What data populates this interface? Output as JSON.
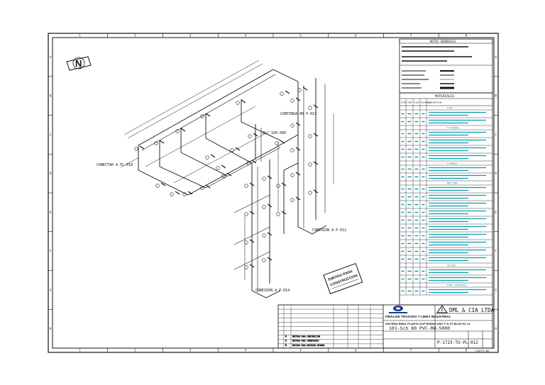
{
  "north_label": "N",
  "border_numbers": [
    "1",
    "2",
    "3",
    "4",
    "5",
    "6",
    "7",
    "8"
  ],
  "border_letters": [
    "A",
    "B",
    "C",
    "D",
    "E",
    "F",
    "G",
    "H"
  ],
  "company_name": "DML & CIA LTDA",
  "project_title_lines": [
    "FINALIZE TRAZADO Y LINEA INDUSTRIAL",
    "SISTEMA EMAL PLANTA SOFTENING UNIT F & ST BLDG EL-11"
  ],
  "drawing_description": "101-Sch 80 PVC-RW-5000",
  "drawing_number": "P-1723-TU-PL-012",
  "sheet_ref": "FSOFTS.DD",
  "notes_header": "NOTAS GENERALES",
  "materials_header": "MATERIALES",
  "materials_columns": [
    "ITEM",
    "CANT",
    "DIAM",
    "DIAM\nRED",
    "DESCRIPCION"
  ],
  "material_sections": [
    "PIPE",
    "FITTINGS",
    "FLANGES",
    "BOLTING",
    "VALVES",
    "PIPE SUPPORTS"
  ],
  "callouts": [
    "CONECTAR A FL-010",
    "CONEXION A P-012",
    "CONEXION A P-014",
    "EL. 100.000",
    "CONTINUA EN P-013"
  ],
  "stamp_lines": [
    "EMITIDO PARA",
    "CONSTRUCCION"
  ],
  "revision_rows": [
    {
      "rev": "B",
      "desc": "EMITIDO PARA REVISION INTERNA"
    },
    {
      "rev": "A",
      "desc": "EMITIDO PARA COMENTARIOS"
    },
    {
      "rev": "0",
      "desc": "EMITIDO PARA CONSTRUCCION"
    }
  ],
  "colors": {
    "line": "#111111",
    "accent": "#00a0b0",
    "logo": "#1a3c8c"
  },
  "icons": [
    "north-arrow-icon",
    "company-logo-icon",
    "dml-triangle-icon"
  ]
}
